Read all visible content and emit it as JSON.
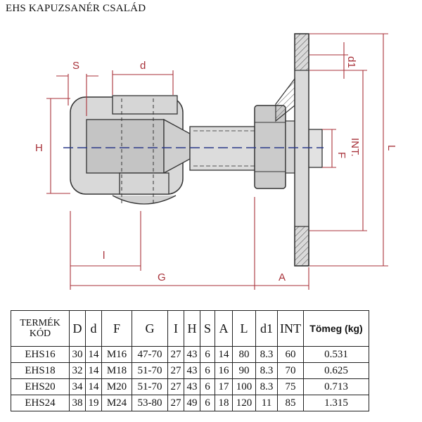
{
  "title": "EHS KAPUZSANÉR CSALÁD",
  "drawing": {
    "dim_labels": {
      "s": "S",
      "d": "d",
      "h": "H",
      "l": "l",
      "g": "G",
      "a": "A",
      "f": "F",
      "int": "INT.",
      "big_l": "L",
      "d1": "d1"
    }
  },
  "table": {
    "headers": [
      "TERMÉK KÓD",
      "D",
      "d",
      "F",
      "G",
      "I",
      "H",
      "S",
      "A",
      "L",
      "d1",
      "INT",
      "Tömeg (kg)"
    ],
    "rows": [
      [
        "EHS16",
        "30",
        "14",
        "M16",
        "47-70",
        "27",
        "43",
        "6",
        "14",
        "80",
        "8.3",
        "60",
        "0.531"
      ],
      [
        "EHS18",
        "32",
        "14",
        "M18",
        "51-70",
        "27",
        "43",
        "6",
        "16",
        "90",
        "8.3",
        "70",
        "0.625"
      ],
      [
        "EHS20",
        "34",
        "14",
        "M20",
        "51-70",
        "27",
        "43",
        "6",
        "17",
        "100",
        "8.3",
        "75",
        "0.713"
      ],
      [
        "EHS24",
        "38",
        "19",
        "M24",
        "53-80",
        "27",
        "49",
        "6",
        "18",
        "120",
        "11",
        "85",
        "1.315"
      ]
    ]
  }
}
